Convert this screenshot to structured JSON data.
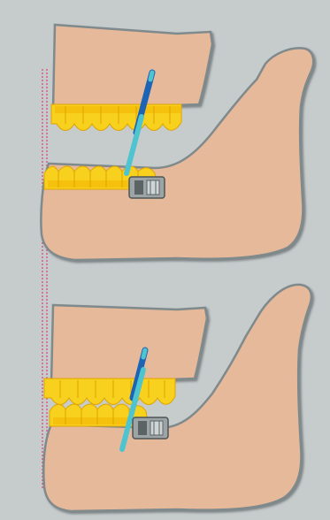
{
  "figure": {
    "background_color": "#c6cbcc",
    "colors": {
      "gum_tissue": "#e7b99b",
      "tissue_outline": "#7f8a8c",
      "tooth_yellow": "#f7d11e",
      "tooth_gold": "#f4b400",
      "rod_dark_blue": "#1e64b4",
      "rod_light_cyan": "#4ec4d0",
      "appliance_gray": "#9da4a6",
      "reference_line": "#e23a78"
    },
    "panels": [
      {
        "name": "panel-closed-bite",
        "items": [
          "maxilla",
          "mandible",
          "upper-teeth",
          "lower-teeth",
          "telescoping-rod",
          "mandibular-appliance"
        ],
        "rod_state": "separated"
      },
      {
        "name": "panel-advanced-bite",
        "items": [
          "maxilla",
          "mandible",
          "upper-teeth",
          "lower-teeth",
          "telescoping-rod",
          "mandibular-appliance"
        ],
        "rod_state": "overlapping"
      }
    ],
    "reference_line": {
      "style": "dotted",
      "icon": "vertical-reference-line"
    }
  }
}
